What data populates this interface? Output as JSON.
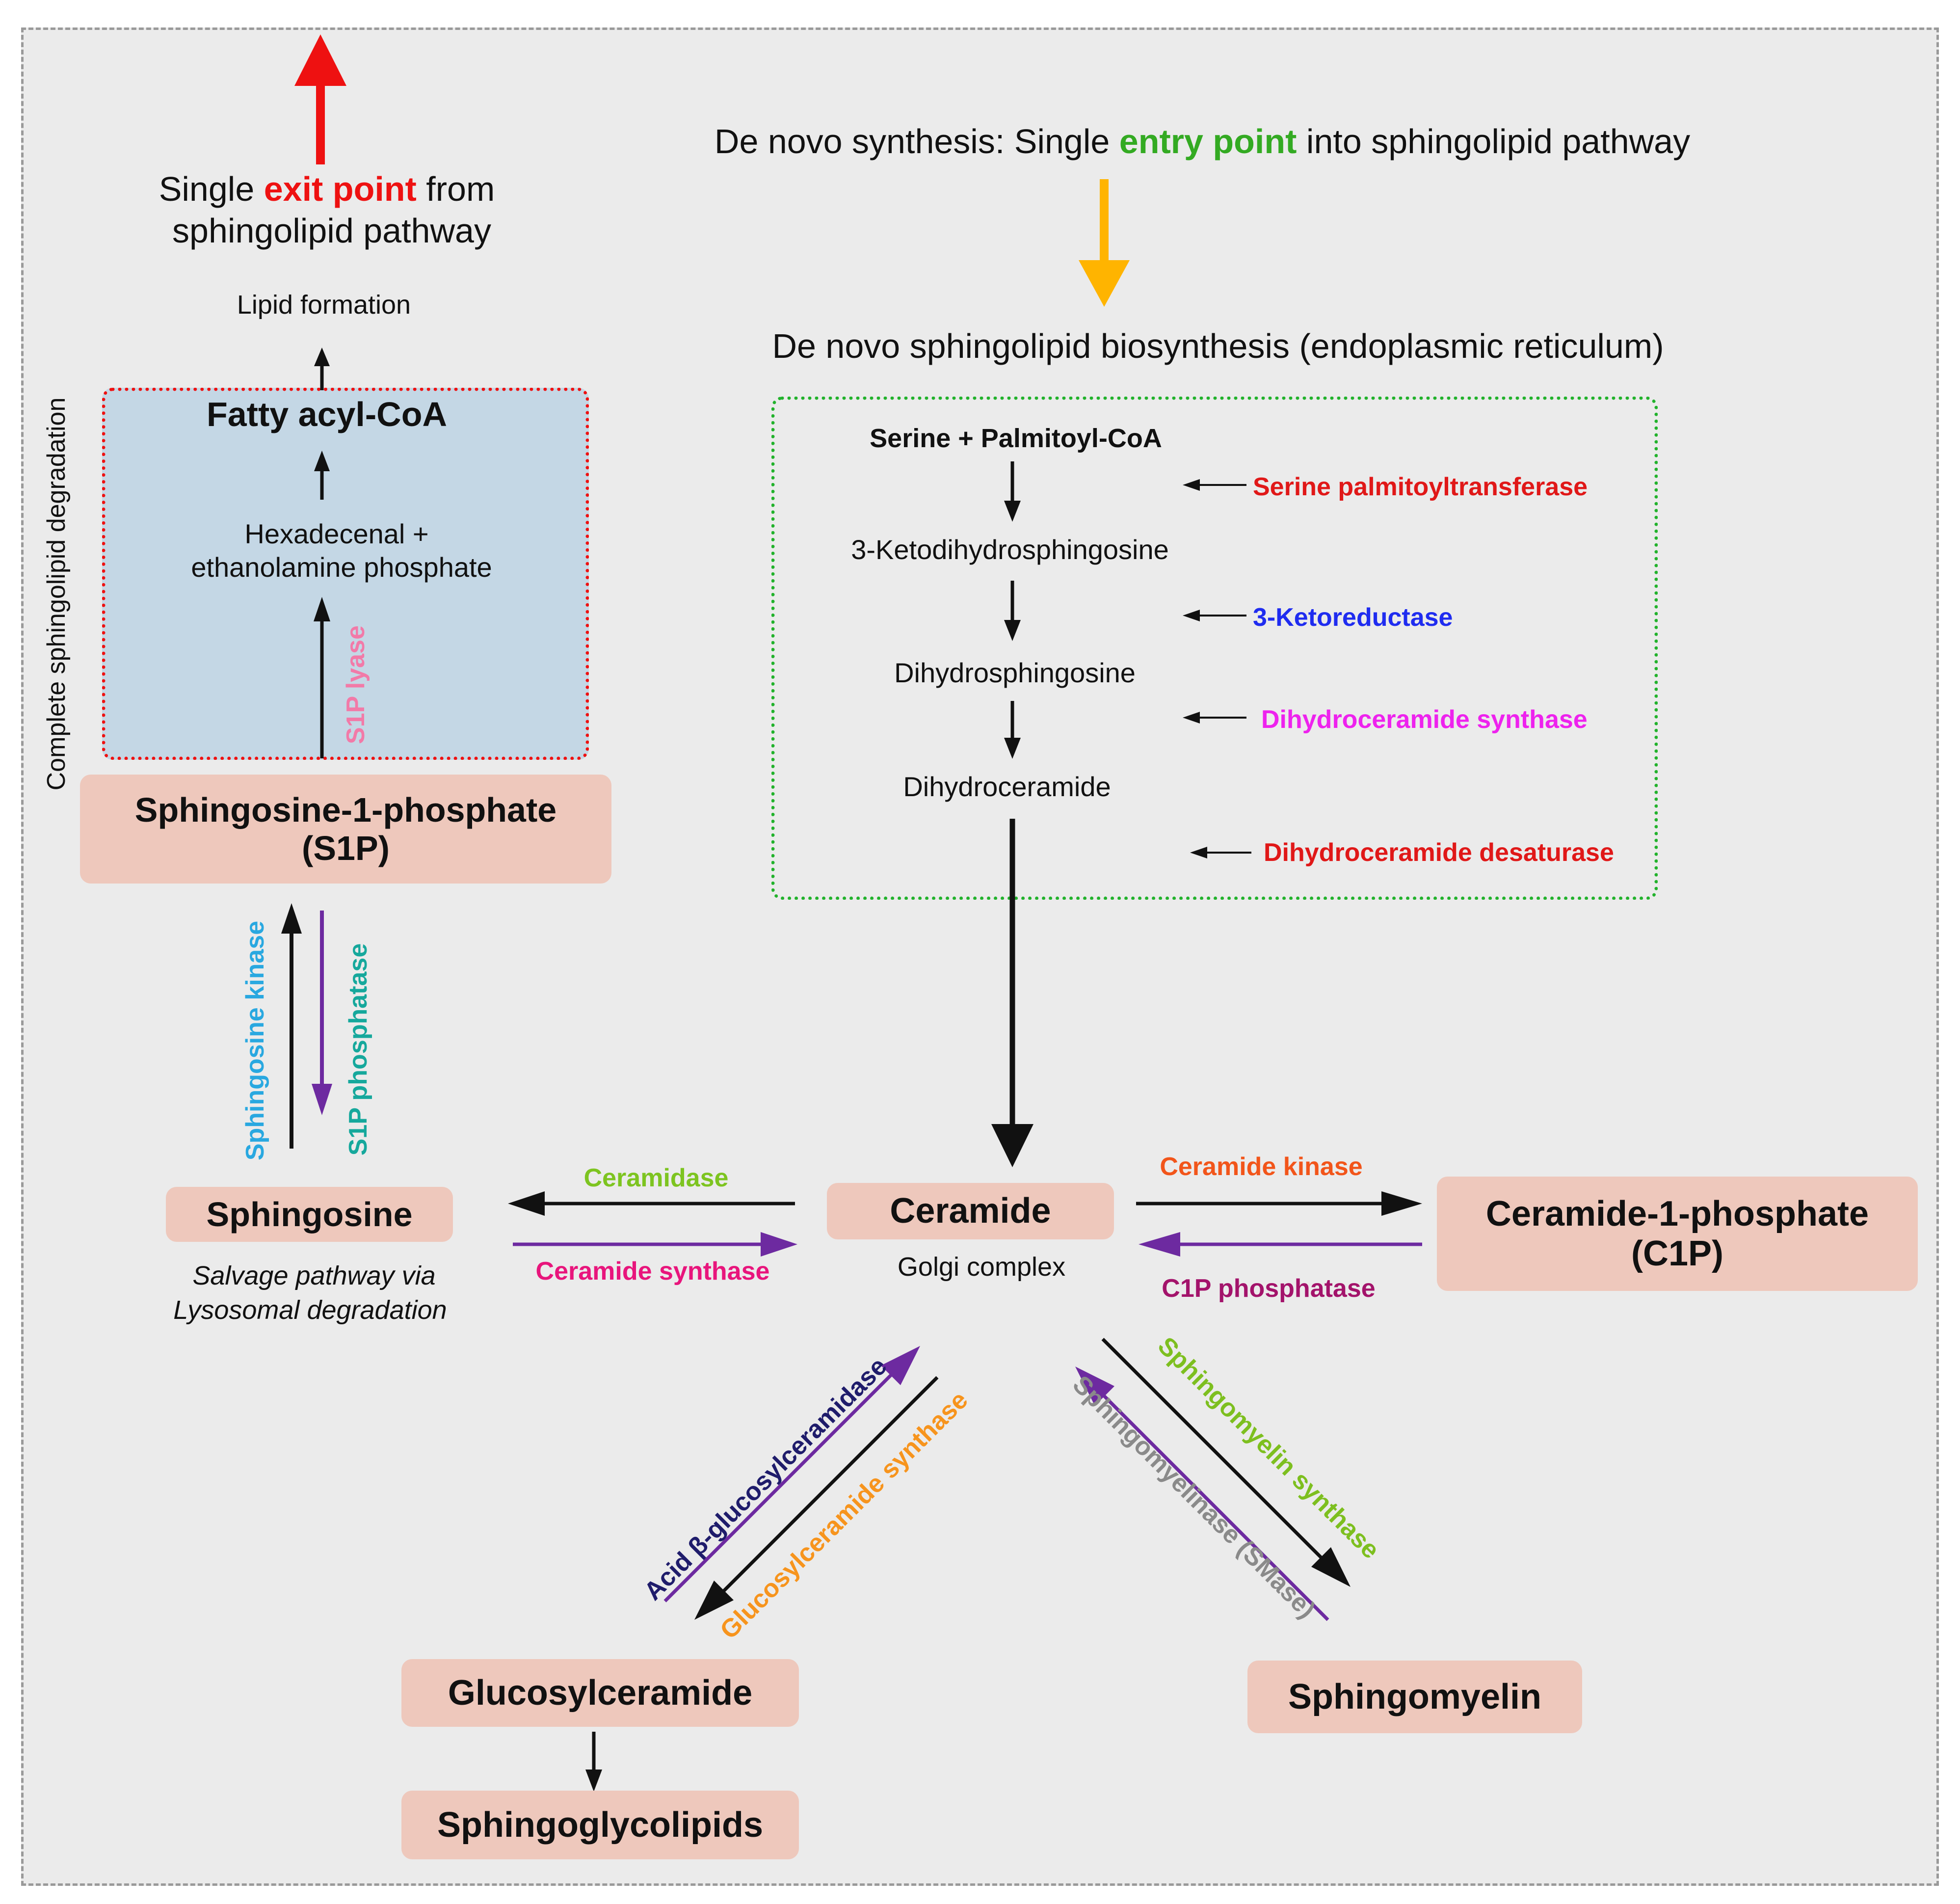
{
  "header": {
    "exit_prefix": "Single ",
    "exit_highlight": "exit point",
    "exit_suffix": " from",
    "exit_line2": "sphingolipid pathway",
    "entry_prefix": "De novo synthesis: Single ",
    "entry_highlight": "entry point",
    "entry_suffix": " into sphingolipid pathway",
    "er_title": "De novo sphingolipid biosynthesis (endoplasmic reticulum)"
  },
  "degradation": {
    "side_label": "Complete sphingolipid degradation",
    "lipid_formation": "Lipid formation",
    "fatty_acyl": "Fatty acyl-CoA",
    "hexadecenal_line1": "Hexadecenal +",
    "hexadecenal_line2": "ethanolamine phosphate",
    "s1p_lyase": "S1P lyase"
  },
  "denovo": {
    "steps": [
      "Serine + Palmitoyl-CoA",
      "3-Ketodihydrosphingosine",
      "Dihydrosphingosine",
      "Dihydroceramide"
    ],
    "enzymes": [
      "Serine palmitoyltransferase",
      "3-Ketoreductase",
      "Dihydroceramide synthase",
      "Dihydroceramide desaturase"
    ]
  },
  "nodes": {
    "s1p_line1": "Sphingosine-1-phosphate",
    "s1p_line2": "(S1P)",
    "sphingosine": "Sphingosine",
    "ceramide": "Ceramide",
    "c1p_line1": "Ceramide-1-phosphate",
    "c1p_line2": "(C1P)",
    "glucosylceramide": "Glucosylceramide",
    "sphingoglycolipids": "Sphingoglycolipids",
    "sphingomyelin": "Sphingomyelin"
  },
  "annotations": {
    "golgi": "Golgi complex",
    "salvage_line1": "Salvage pathway via",
    "salvage_line2": "Lysosomal degradation"
  },
  "enzymes": {
    "sphingosine_kinase": "Sphingosine kinase",
    "s1p_phosphatase": "S1P phosphatase",
    "ceramidase": "Ceramidase",
    "ceramide_synthase": "Ceramide synthase",
    "ceramide_kinase": "Ceramide kinase",
    "c1p_phosphatase": "C1P phosphatase",
    "acid_glucosylceramidase": "Acid β-glucosylceramidase",
    "glucosylceramide_synthase": "Glucosylceramide synthase",
    "sphingomyelin_synthase": "Sphingomyelin synthase",
    "sphingomyelinase": "Sphingomyelinase (SMase)"
  },
  "colors": {
    "exit": "#ee1111",
    "entry": "#33aa22",
    "entry_arrow": "#ffb400",
    "spt": "#e01818",
    "ketoreductase": "#1f2cf0",
    "dh_synthase": "#ee22ee",
    "dh_desaturase": "#e01818",
    "s1p_lyase": "#f27aa8",
    "sphingosine_kinase": "#29a8e0",
    "s1p_phosphatase": "#16a89c",
    "ceramidase": "#7dc420",
    "ceramide_synthase": "#e8157c",
    "ceramide_kinase": "#f2551a",
    "c1p_phosphatase": "#a3136b",
    "acid_glucosylceramidase": "#1f1c6b",
    "glucosylceramide_synthase": "#f7941d",
    "sphingomyelin_synthase": "#7dbf1f",
    "sphingomyelinase": "#8a8a8a",
    "reverse_arrow": "#6d2aa0",
    "node_fill": "#eec8bc",
    "degradation_box": "#c4d7e5"
  }
}
